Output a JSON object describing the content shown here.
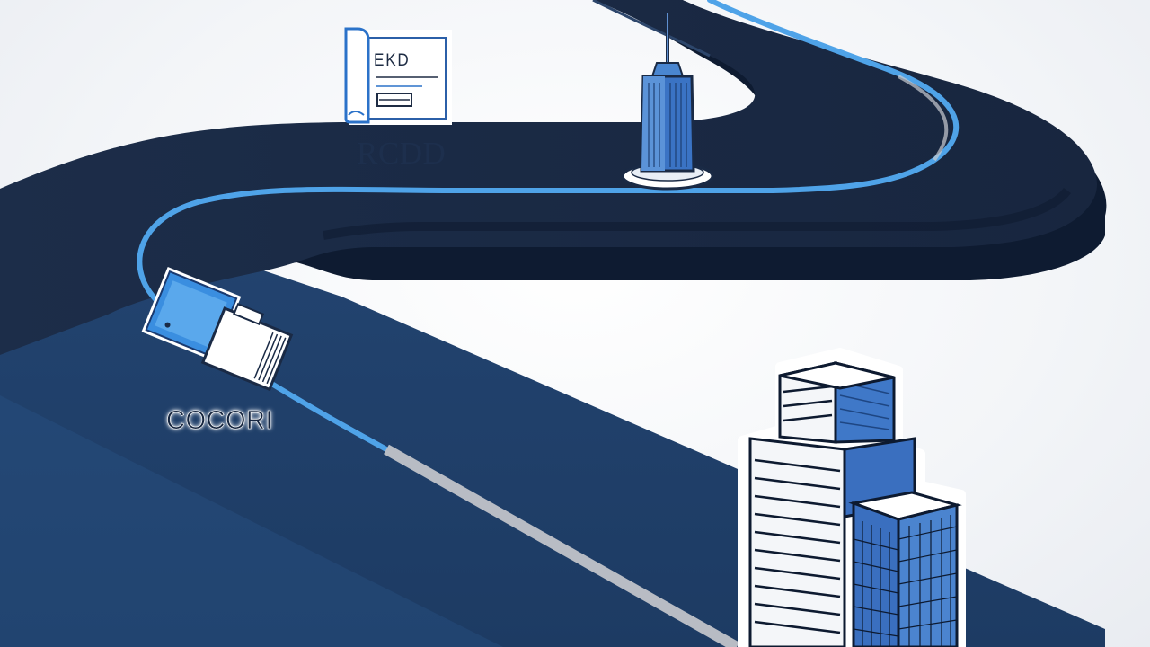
{
  "labels": {
    "certification": "RCDD",
    "connector": "COCORI"
  },
  "document_text": "E‌K‌D",
  "colors": {
    "road_top": "#1b2c48",
    "road_side": "#0f1c33",
    "road_front": "#254b7c",
    "center_line": "#4fa3e8",
    "center_line_gray": "#b8bcc4",
    "building_blue": "#3a73c4",
    "outline": "#0d1a30"
  },
  "icons": [
    "blueprint-icon",
    "skyscraper-icon",
    "ethernet-connector-icon",
    "office-buildings-icon"
  ]
}
